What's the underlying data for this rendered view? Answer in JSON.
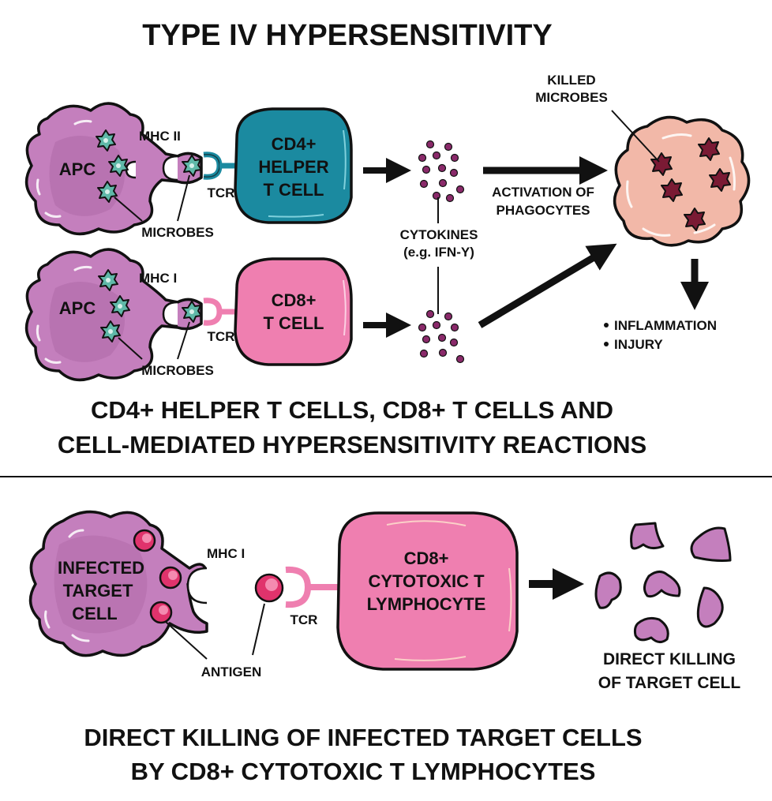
{
  "title": "TYPE IV HYPERSENSITIVITY",
  "section1": {
    "row1": {
      "apc_label": "APC",
      "mhc_label": "MHC II",
      "tcr_label": "TCR",
      "microbes_label": "MICROBES",
      "tcell_label": [
        "CD4+",
        "HELPER",
        "T CELL"
      ]
    },
    "row2": {
      "apc_label": "APC",
      "mhc_label": "MHC I",
      "tcr_label": "TCR",
      "microbes_label": "MICROBES",
      "tcell_label": [
        "CD8+",
        "T CELL"
      ]
    },
    "cytokines_label": [
      "CYTOKINES",
      "(e.g. IFN-Y)"
    ],
    "activation_label": [
      "ACTIVATION OF",
      "PHAGOCYTES"
    ],
    "killed_microbes_label": [
      "KILLED",
      "MICROBES"
    ],
    "outcomes": [
      "INFLAMMATION",
      "INJURY"
    ],
    "caption": [
      "CD4+ HELPER T CELLS, CD8+ T CELLS AND",
      "CELL-MEDIATED HYPERSENSITIVITY REACTIONS"
    ]
  },
  "section2": {
    "target_label": [
      "INFECTED",
      "TARGET",
      "CELL"
    ],
    "mhc_label": "MHC I",
    "tcr_label": "TCR",
    "antigen_label": "ANTIGEN",
    "tcell_label": [
      "CD8+",
      "CYTOTOXIC T",
      "LYMPHOCYTE"
    ],
    "result_label": [
      "DIRECT KILLING",
      "OF TARGET CELL"
    ],
    "caption": [
      "DIRECT KILLING OF INFECTED TARGET CELLS",
      "BY CD8+ CYTOTOXIC T LYMPHOCYTES"
    ]
  },
  "colors": {
    "apc": "#c47fbd",
    "apc_dark": "#b06aa8",
    "cd4": "#1b8aa0",
    "cd8": "#ef7fb0",
    "microbe": "#5fb8a8",
    "cytokine": "#8a2a6a",
    "phagocyte": "#f2b8a8",
    "killed_microbe": "#7a1a34",
    "antigen": "#e0336c"
  }
}
